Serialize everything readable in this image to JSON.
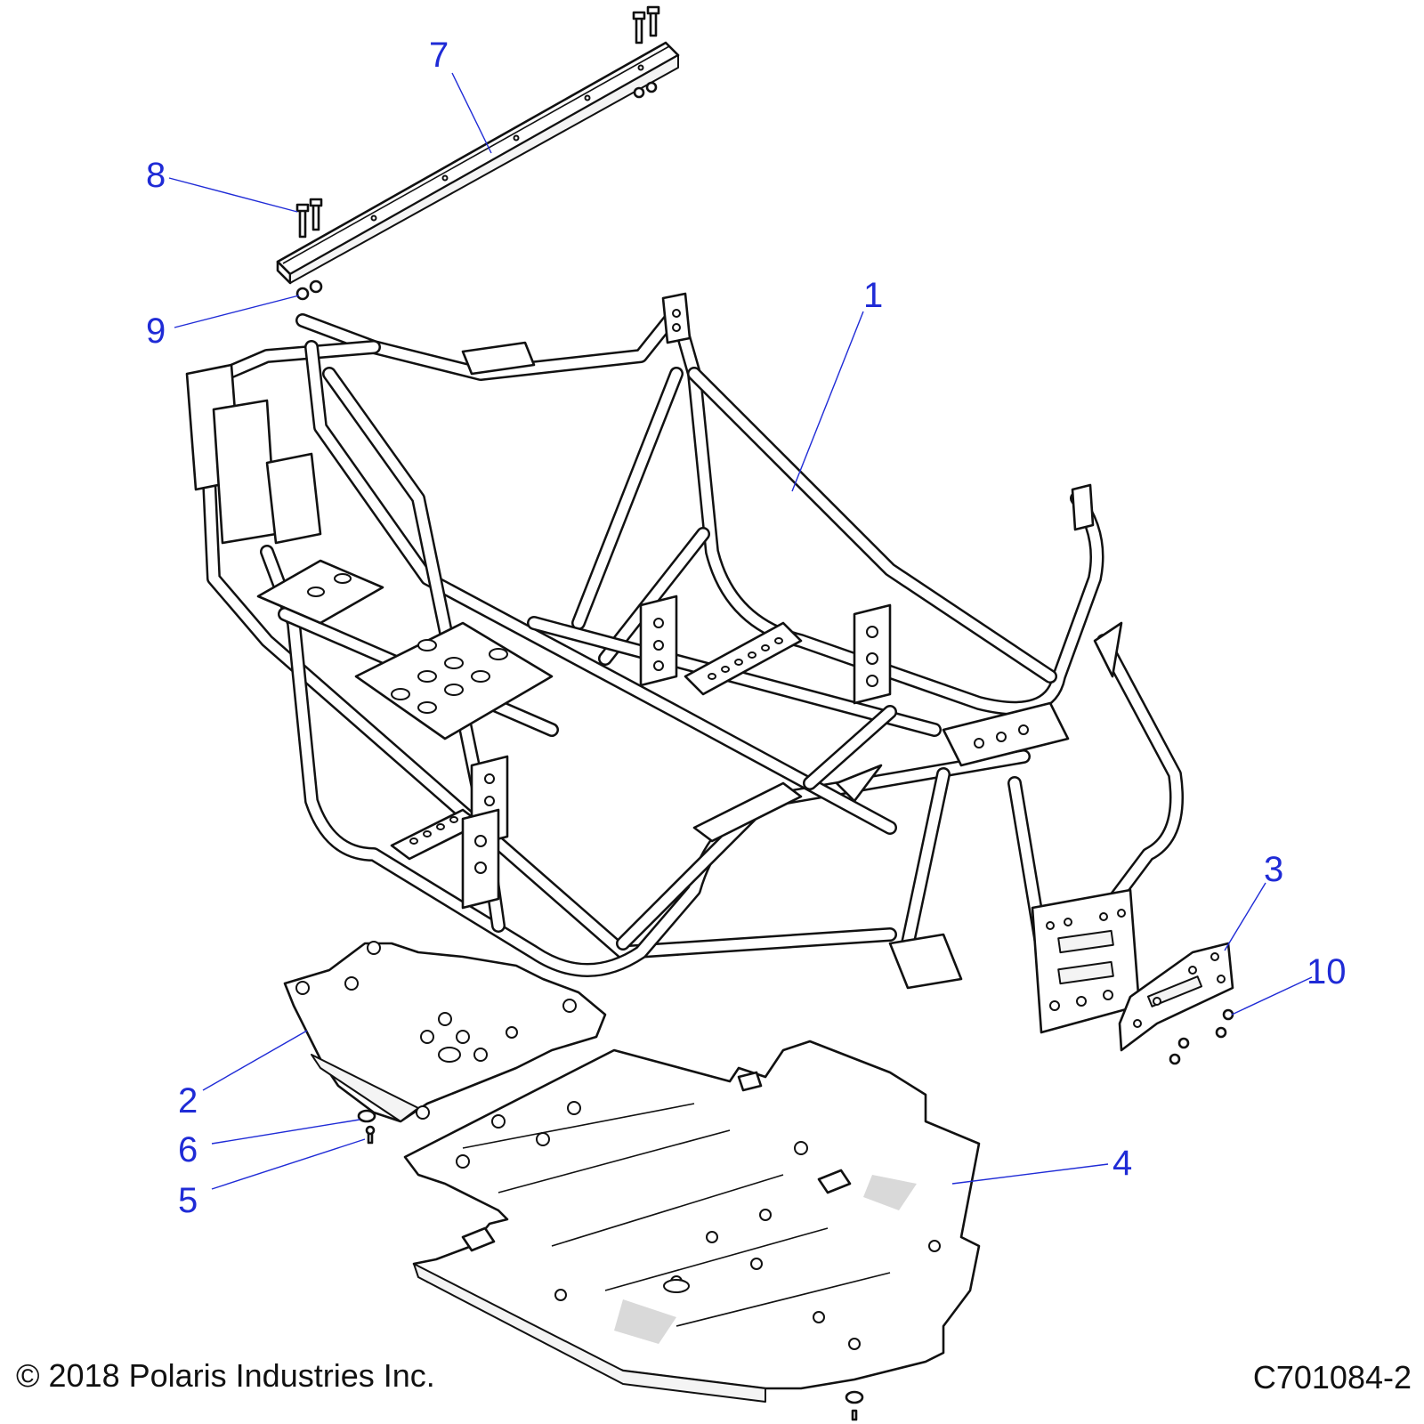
{
  "callouts": [
    {
      "id": "1",
      "label": "1"
    },
    {
      "id": "2",
      "label": "2"
    },
    {
      "id": "3",
      "label": "3"
    },
    {
      "id": "4",
      "label": "4"
    },
    {
      "id": "5",
      "label": "5"
    },
    {
      "id": "6",
      "label": "6"
    },
    {
      "id": "7",
      "label": "7"
    },
    {
      "id": "8",
      "label": "8"
    },
    {
      "id": "9",
      "label": "9"
    },
    {
      "id": "10",
      "label": "10"
    }
  ],
  "footer": {
    "copyright": "© 2018 Polaris Industries Inc.",
    "drawing_number": "C701084-2"
  },
  "colors": {
    "callout": "#1f2bd6",
    "line_art": "#111111",
    "background": "#ffffff"
  }
}
